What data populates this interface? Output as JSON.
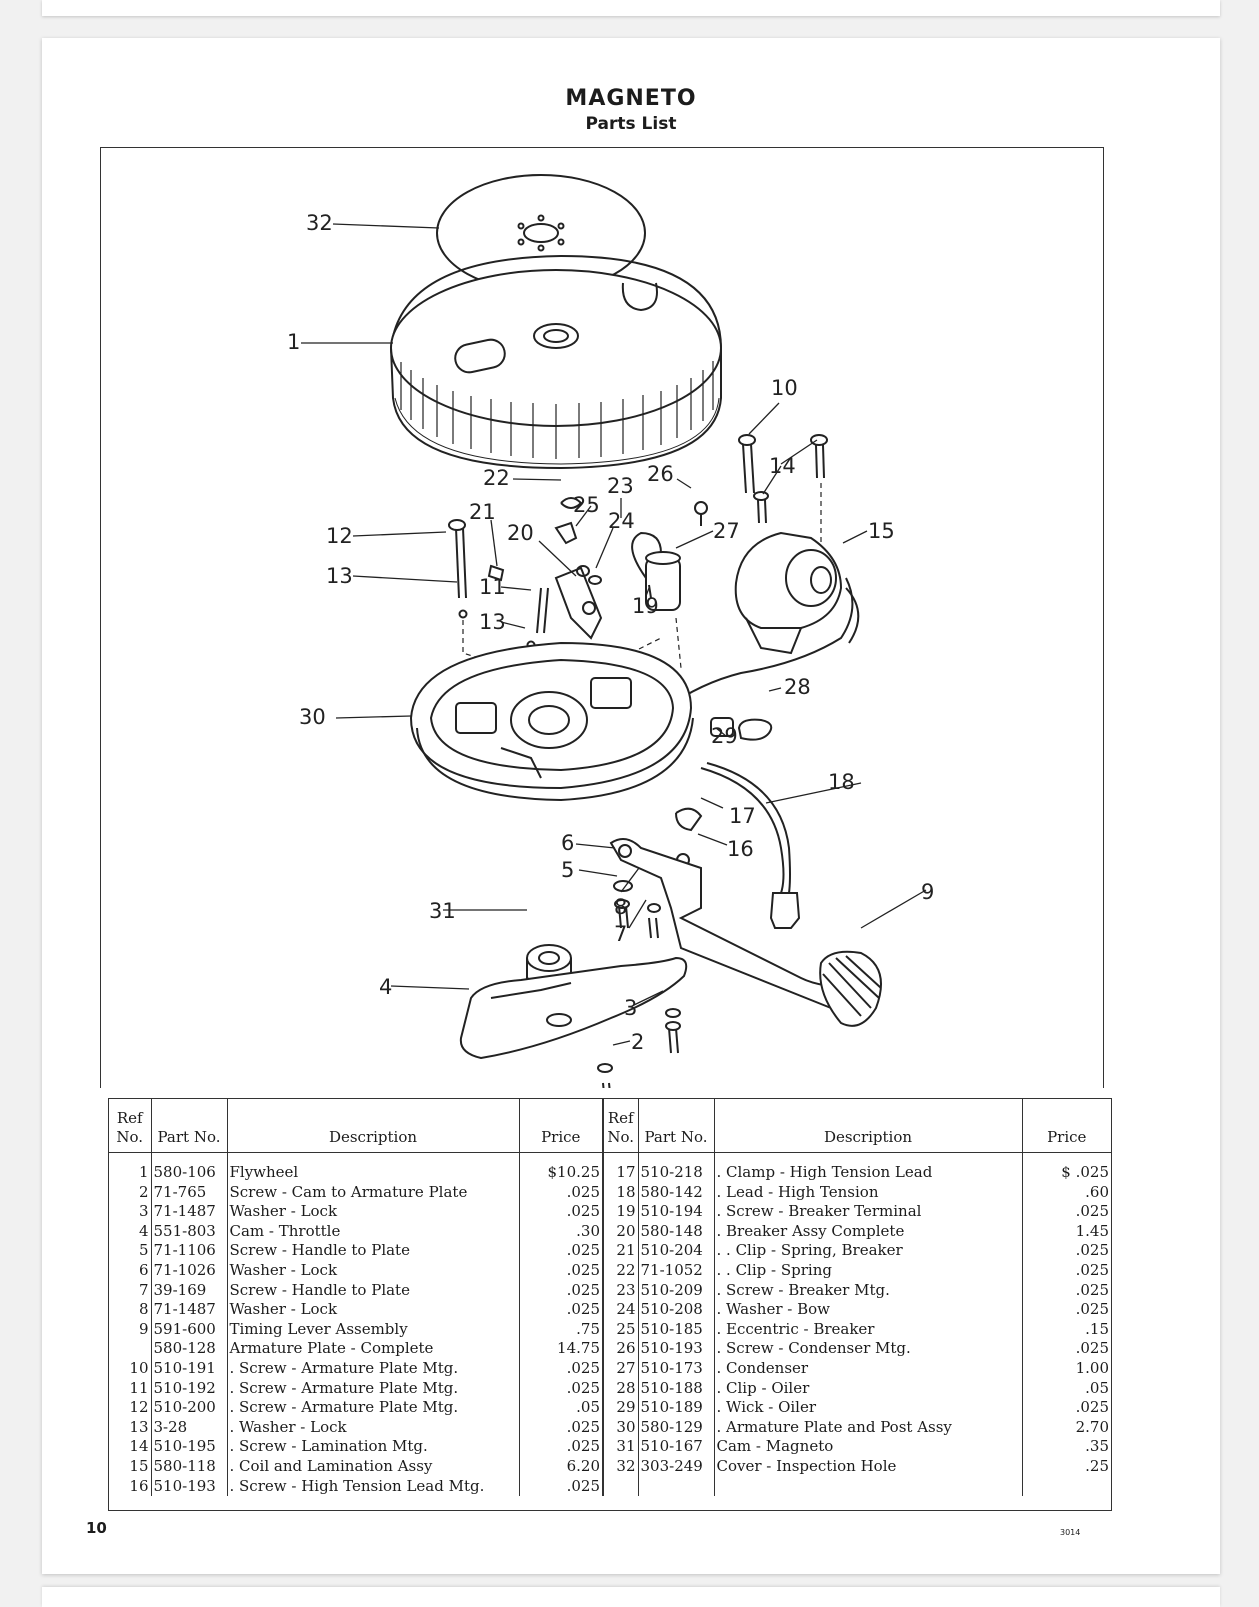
{
  "title": "MAGNETO",
  "subtitle": "Parts List",
  "page_number": "10",
  "print_code": "3014",
  "table_headers": {
    "ref": "Ref No.",
    "part": "Part No.",
    "description": "Description",
    "price": "Price"
  },
  "left_rows": [
    {
      "ref": "1",
      "part": "580-106",
      "desc": "Flywheel",
      "price": "$10.25"
    },
    {
      "ref": "2",
      "part": "71-765",
      "desc": "Screw - Cam to Armature Plate",
      "price": ".025"
    },
    {
      "ref": "3",
      "part": "71-1487",
      "desc": "Washer - Lock",
      "price": ".025"
    },
    {
      "ref": "4",
      "part": "551-803",
      "desc": "Cam - Throttle",
      "price": ".30"
    },
    {
      "ref": "5",
      "part": "71-1106",
      "desc": "Screw - Handle to Plate",
      "price": ".025"
    },
    {
      "ref": "6",
      "part": "71-1026",
      "desc": "Washer - Lock",
      "price": ".025"
    },
    {
      "ref": "7",
      "part": "39-169",
      "desc": "Screw - Handle to Plate",
      "price": ".025"
    },
    {
      "ref": "8",
      "part": "71-1487",
      "desc": "Washer - Lock",
      "price": ".025"
    },
    {
      "ref": "9",
      "part": "591-600",
      "desc": "Timing Lever Assembly",
      "price": ".75"
    },
    {
      "ref": "",
      "part": "580-128",
      "desc": "Armature Plate - Complete",
      "price": "14.75"
    },
    {
      "ref": "10",
      "part": "510-191",
      "desc": ". Screw - Armature Plate Mtg.",
      "price": ".025"
    },
    {
      "ref": "11",
      "part": "510-192",
      "desc": ". Screw - Armature Plate Mtg.",
      "price": ".025"
    },
    {
      "ref": "12",
      "part": "510-200",
      "desc": ". Screw - Armature Plate Mtg.",
      "price": ".05"
    },
    {
      "ref": "13",
      "part": "3-28",
      "desc": ". Washer - Lock",
      "price": ".025"
    },
    {
      "ref": "14",
      "part": "510-195",
      "desc": ". Screw - Lamination Mtg.",
      "price": ".025"
    },
    {
      "ref": "15",
      "part": "580-118",
      "desc": ". Coil and Lamination Assy",
      "price": "6.20"
    },
    {
      "ref": "16",
      "part": "510-193",
      "desc": ". Screw - High Tension Lead Mtg.",
      "price": ".025"
    }
  ],
  "right_rows": [
    {
      "ref": "17",
      "part": "510-218",
      "desc": ". Clamp - High Tension Lead",
      "price": "$ .025"
    },
    {
      "ref": "18",
      "part": "580-142",
      "desc": ". Lead - High Tension",
      "price": ".60"
    },
    {
      "ref": "19",
      "part": "510-194",
      "desc": ". Screw - Breaker Terminal",
      "price": ".025"
    },
    {
      "ref": "20",
      "part": "580-148",
      "desc": ". Breaker Assy Complete",
      "price": "1.45"
    },
    {
      "ref": "21",
      "part": "510-204",
      "desc": ". . Clip - Spring, Breaker",
      "price": ".025"
    },
    {
      "ref": "22",
      "part": "71-1052",
      "desc": ". . Clip - Spring",
      "price": ".025"
    },
    {
      "ref": "23",
      "part": "510-209",
      "desc": ". Screw - Breaker Mtg.",
      "price": ".025"
    },
    {
      "ref": "24",
      "part": "510-208",
      "desc": ". Washer - Bow",
      "price": ".025"
    },
    {
      "ref": "25",
      "part": "510-185",
      "desc": ". Eccentric - Breaker",
      "price": ".15"
    },
    {
      "ref": "26",
      "part": "510-193",
      "desc": ". Screw - Condenser Mtg.",
      "price": ".025"
    },
    {
      "ref": "27",
      "part": "510-173",
      "desc": ". Condenser",
      "price": "1.00"
    },
    {
      "ref": "28",
      "part": "510-188",
      "desc": ". Clip - Oiler",
      "price": ".05"
    },
    {
      "ref": "29",
      "part": "510-189",
      "desc": ". Wick - Oiler",
      "price": ".025"
    },
    {
      "ref": "30",
      "part": "580-129",
      "desc": ". Armature Plate and Post Assy",
      "price": "2.70"
    },
    {
      "ref": "31",
      "part": "510-167",
      "desc": "Cam - Magneto",
      "price": ".35"
    },
    {
      "ref": "32",
      "part": "303-249",
      "desc": "Cover - Inspection Hole",
      "price": ".25"
    },
    {
      "ref": "",
      "part": "",
      "desc": "",
      "price": ""
    }
  ],
  "callouts": [
    "32",
    "1",
    "10",
    "14",
    "26",
    "22",
    "23",
    "25",
    "21",
    "20",
    "24",
    "12",
    "27",
    "15",
    "13",
    "11",
    "19",
    "13",
    "30",
    "28",
    "29",
    "18",
    "17",
    "6",
    "16",
    "5",
    "9",
    "31",
    "8",
    "7",
    "4",
    "3",
    "2"
  ]
}
